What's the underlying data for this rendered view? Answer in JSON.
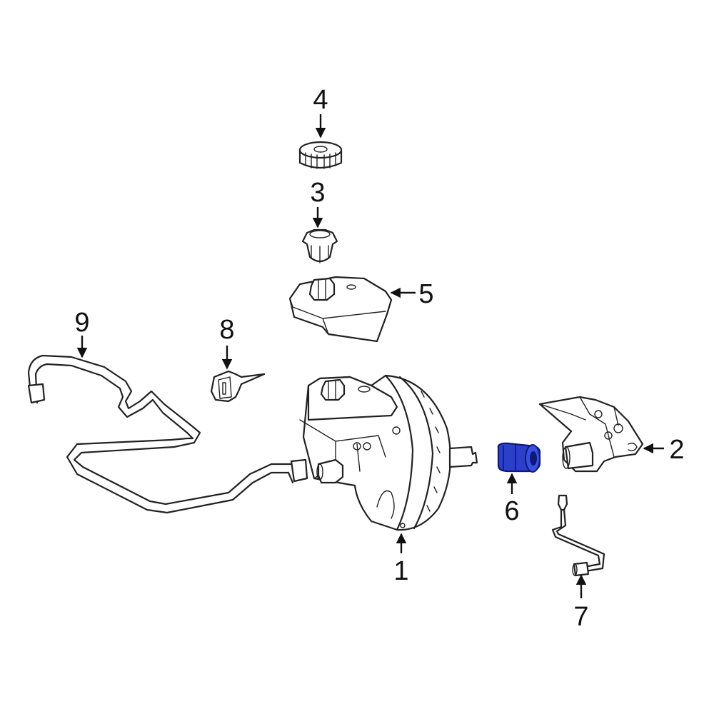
{
  "colors": {
    "line": "#222222",
    "highlight_fill": "#2b3fc9",
    "highlight_stroke": "#0d1a7a",
    "background": "#ffffff"
  },
  "callouts": [
    {
      "label": "1"
    },
    {
      "label": "2"
    },
    {
      "label": "3"
    },
    {
      "label": "4"
    },
    {
      "label": "5"
    },
    {
      "label": "6"
    },
    {
      "label": "7"
    },
    {
      "label": "8"
    },
    {
      "label": "9"
    }
  ],
  "highlighted_callout": "6"
}
